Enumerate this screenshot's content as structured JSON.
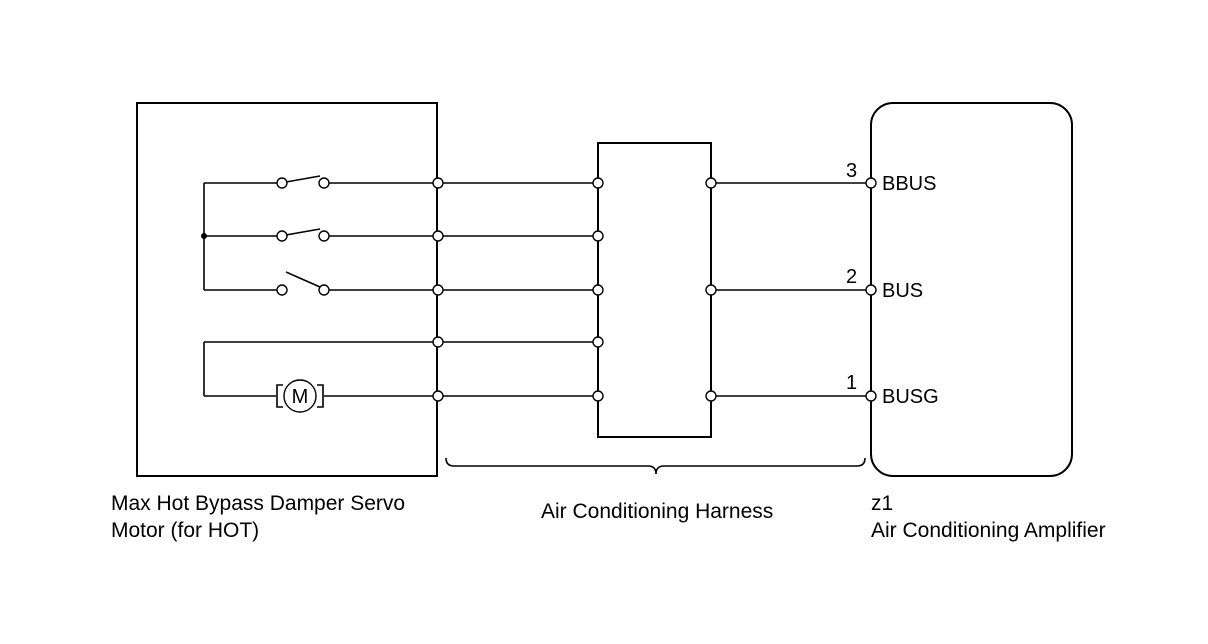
{
  "servo_motor": {
    "label_line1": "Max Hot Bypass Damper Servo",
    "label_line2": "Motor (for HOT)",
    "motor_symbol": "M"
  },
  "harness": {
    "label": "Air Conditioning Harness"
  },
  "amplifier": {
    "code": "z1",
    "label": "Air Conditioning Amplifier",
    "pins": [
      {
        "number": "3",
        "name": "BBUS"
      },
      {
        "number": "2",
        "name": "BUS"
      },
      {
        "number": "1",
        "name": "BUSG"
      }
    ]
  }
}
